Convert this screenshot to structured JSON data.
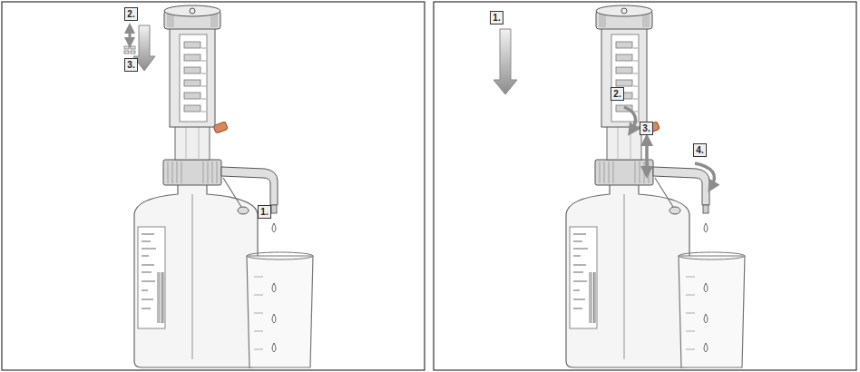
{
  "diagram": {
    "nodes": [
      {
        "text": [
          "2."
        ]
      },
      {
        "text": [
          "3."
        ]
      },
      {
        "text": [
          "1."
        ]
      },
      {
        "text": [
          "1."
        ]
      },
      {
        "text": [
          "2."
        ]
      },
      {
        "text": [
          "3."
        ]
      },
      {
        "text": [
          "4."
        ]
      }
    ]
  }
}
